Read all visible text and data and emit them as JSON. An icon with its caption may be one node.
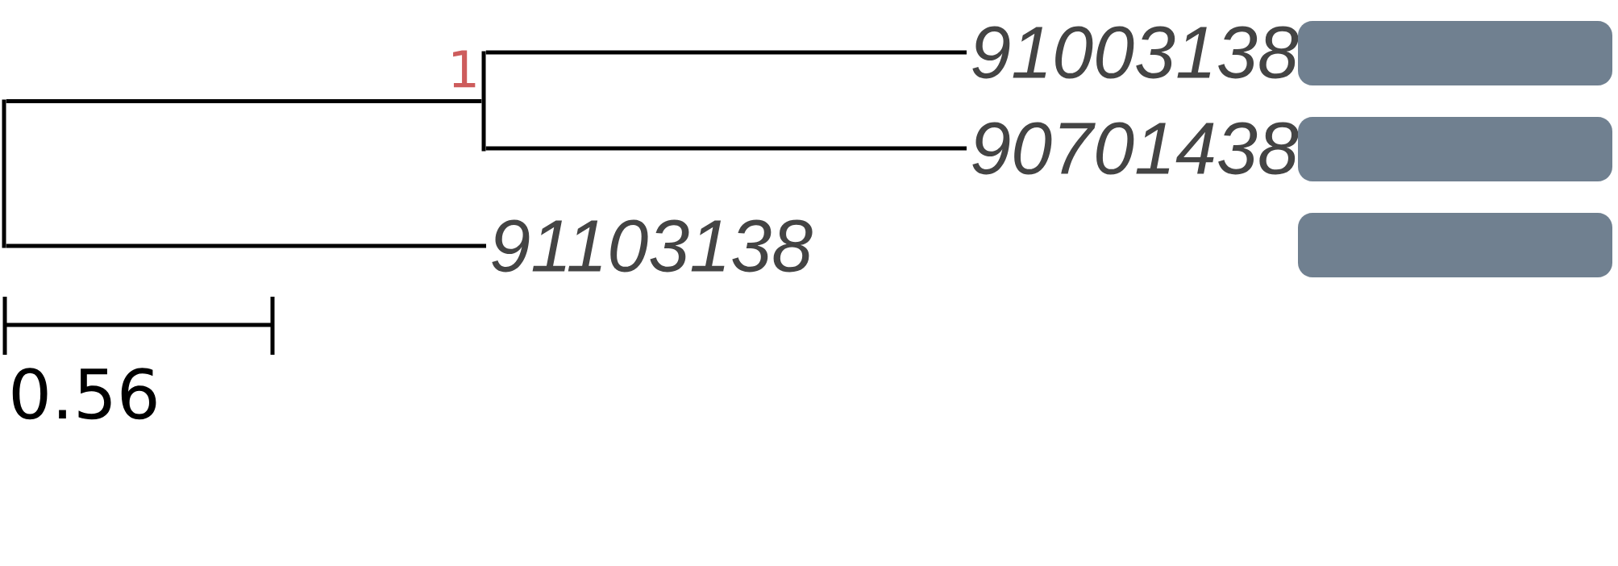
{
  "diagram": {
    "nodes": [
      {
        "text": [],
        "shape": "bar"
      },
      {
        "text": [],
        "shape": "bar",
        "beside": [
          "1"
        ]
      },
      {
        "text": [
          "91003138"
        ]
      },
      {
        "text": [
          "90701438"
        ]
      },
      {
        "text": [
          "91103138"
        ]
      },
      {
        "text": [],
        "shape": "box"
      },
      {
        "text": [],
        "shape": "box"
      },
      {
        "text": [],
        "shape": "box"
      }
    ],
    "edges": [
      {
        "from": 0,
        "to": 1,
        "arrow": "none"
      },
      {
        "from": 1,
        "to": 2,
        "arrow": "none"
      },
      {
        "from": 1,
        "to": 3,
        "arrow": "none"
      },
      {
        "from": 0,
        "to": 4,
        "arrow": "none"
      }
    ],
    "labels": [
      "0.56"
    ]
  }
}
